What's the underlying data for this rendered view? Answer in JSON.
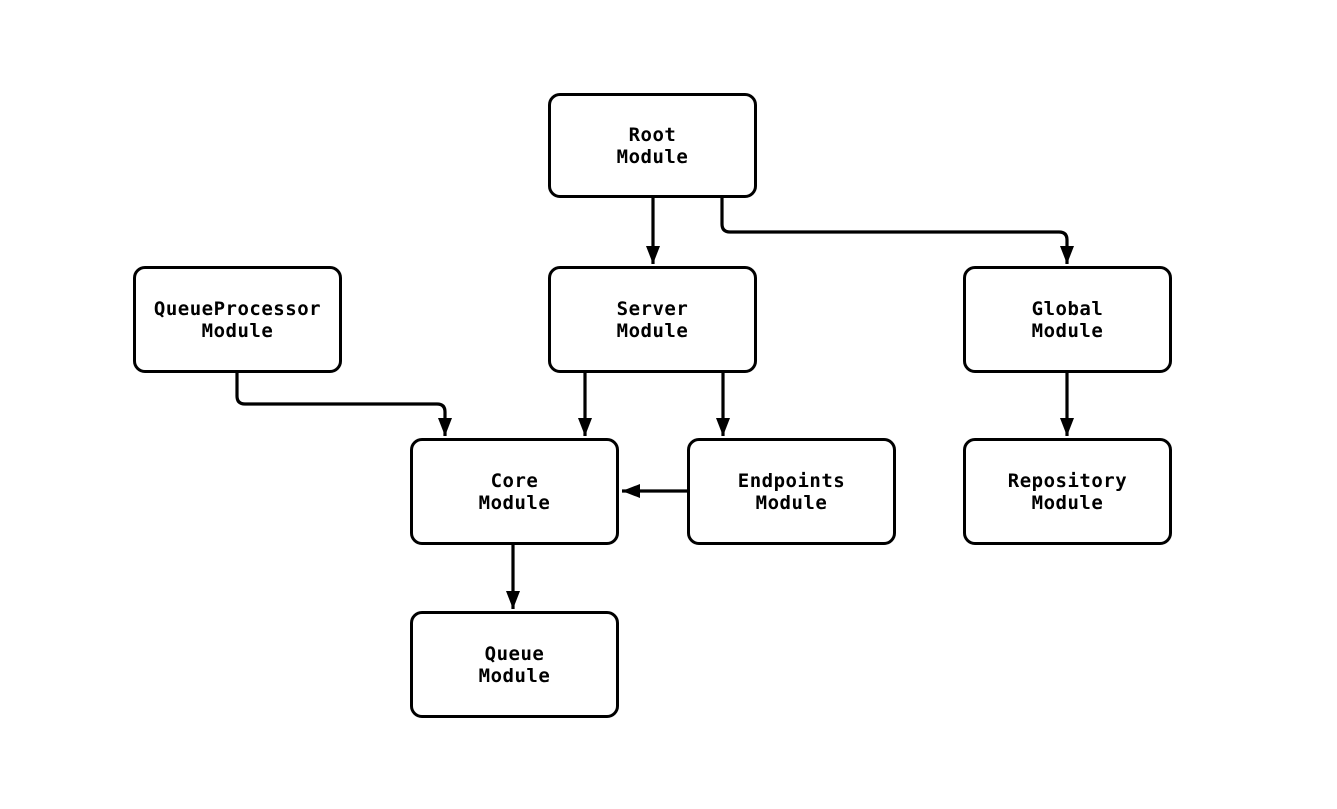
{
  "diagram": {
    "type": "module-dependency-graph",
    "colors": {
      "background": "#ffffff",
      "node_fill": "#ffffff",
      "node_border": "#000000",
      "edge": "#000000",
      "text": "#000000"
    },
    "nodes": [
      {
        "id": "root",
        "line1": "Root",
        "line2": "Module"
      },
      {
        "id": "queue-processor",
        "line1": "QueueProcessor",
        "line2": "Module"
      },
      {
        "id": "server",
        "line1": "Server",
        "line2": "Module"
      },
      {
        "id": "global",
        "line1": "Global",
        "line2": "Module"
      },
      {
        "id": "core",
        "line1": "Core",
        "line2": "Module"
      },
      {
        "id": "endpoints",
        "line1": "Endpoints",
        "line2": "Module"
      },
      {
        "id": "repository",
        "line1": "Repository",
        "line2": "Module"
      },
      {
        "id": "queue",
        "line1": "Queue",
        "line2": "Module"
      }
    ],
    "edges": [
      {
        "from": "root",
        "to": "server"
      },
      {
        "from": "root",
        "to": "global"
      },
      {
        "from": "queue-processor",
        "to": "core"
      },
      {
        "from": "server",
        "to": "core"
      },
      {
        "from": "server",
        "to": "endpoints"
      },
      {
        "from": "endpoints",
        "to": "core"
      },
      {
        "from": "global",
        "to": "repository"
      },
      {
        "from": "core",
        "to": "queue"
      }
    ]
  }
}
